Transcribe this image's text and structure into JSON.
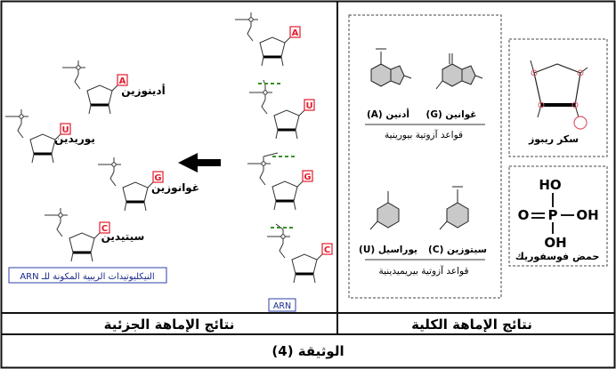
{
  "document": {
    "caption": "الوثيقة (4)",
    "left_panel_title": "نتائج الإماهة الجزئية",
    "right_panel_title": "نتائج الإماهة الكلية"
  },
  "partial_hydrolysis": {
    "nucleotides": [
      {
        "name": "أدينوزين",
        "base_letter": "A"
      },
      {
        "name": "يوريدين",
        "base_letter": "U"
      },
      {
        "name": "غوانوزين",
        "base_letter": "G"
      },
      {
        "name": "سيتيدين",
        "base_letter": "C"
      }
    ],
    "caption_box": "النيكليوتيدات الريبية المكونة للـ ARN",
    "arn_strand_letters": [
      "A",
      "U",
      "G",
      "C"
    ],
    "arn_label": "ARN"
  },
  "total_hydrolysis": {
    "purines": {
      "items": [
        {
          "name": "غوانين (G)"
        },
        {
          "name": "أدنين (A)"
        }
      ],
      "group_label": "قواعد آزوتية بيورينية"
    },
    "pyrimidines": {
      "items": [
        {
          "name": "سيتوزين (C)"
        },
        {
          "name": "يوراسيل (U)"
        }
      ],
      "group_label": "قواعد آزوتية بيريميدينية"
    },
    "sugar": {
      "label": "سكر ريبوز"
    },
    "phosphoric_acid": {
      "label": "حمض فوسفوريك",
      "atoms": {
        "ho_top": "HO",
        "o_left": "O",
        "p": "P",
        "oh_right": "OH",
        "oh_bottom": "OH"
      }
    }
  },
  "colors": {
    "base_box": "#e21c2c",
    "arn_box_border": "#2c3fa8",
    "hbond_dash": "#3a8f2a",
    "base_fill": "#c9c9c9"
  }
}
